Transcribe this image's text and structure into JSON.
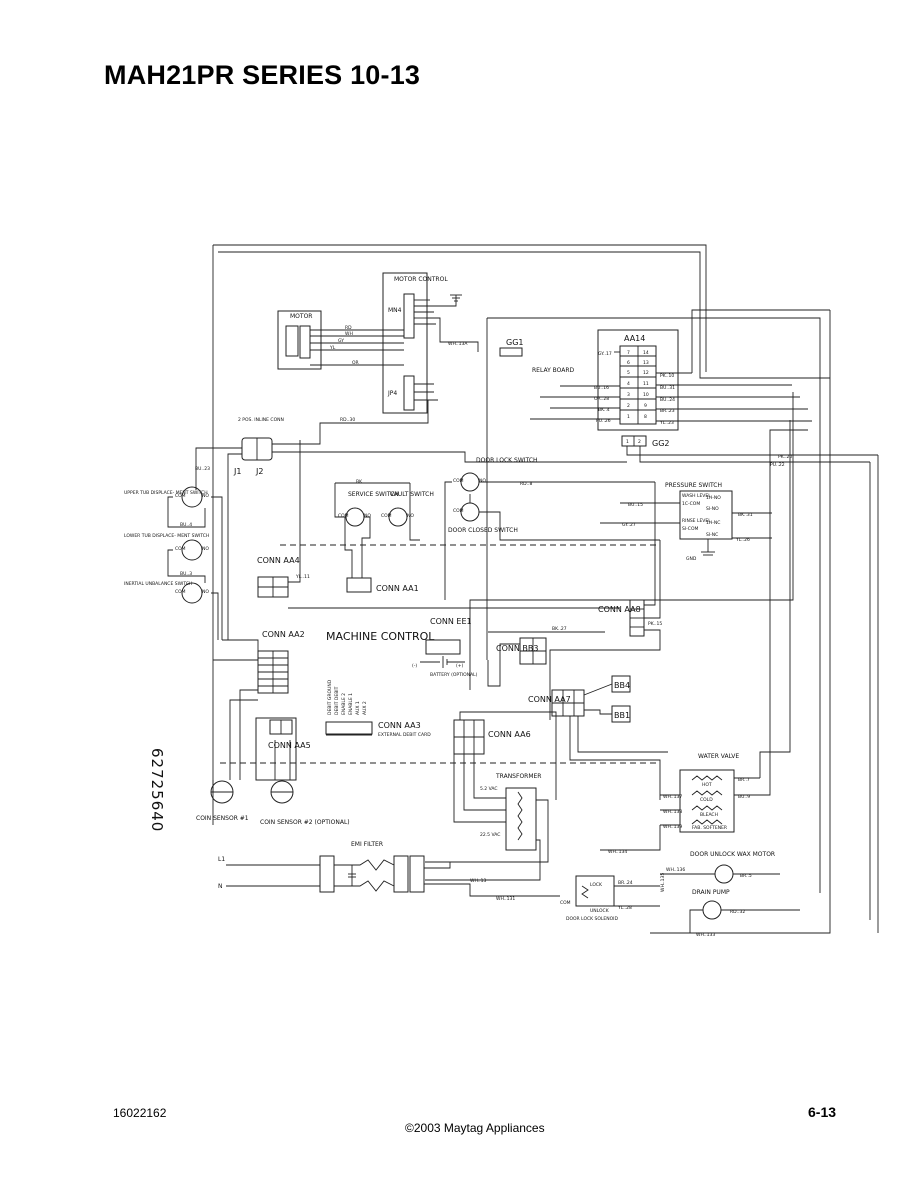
{
  "page": {
    "title": "MAH21PR SERIES 10-13",
    "doc_number": "16022162",
    "page_number": "6-13",
    "copyright": "©2003 Maytag Appliances"
  },
  "schematic": {
    "part_number": "62725640",
    "components": {
      "motor_control": "MOTOR CONTROL",
      "mn4": "MN4",
      "jp4": "JP4",
      "motor": "MOTOR",
      "gg1": "GG1",
      "aa14": "AA14",
      "relay_board": "RELAY BOARD",
      "gg2": "GG2",
      "pos_conn": "2 POS. INLINE CONN",
      "j1": "J1",
      "j2": "J2",
      "upper_tub": "UPPER TUB DISPLACE- MENT SWITCH",
      "lower_tub": "LOWER TUB DISPLACE- MENT SWITCH",
      "inertial": "INERTIAL UNBALANCE SWITCH",
      "door_lock_switch": "DOOR LOCK SWITCH",
      "door_closed_switch": "DOOR CLOSED SWITCH",
      "service_switch": "SERVICE SWITCH",
      "vault_switch": "VAULT SWITCH",
      "pressure_switch": "PRESSURE SWITCH",
      "wash_level": "WASH LEVEL",
      "rinse_level": "RINSE LEVEL",
      "conn_aa1": "CONN AA1",
      "conn_aa4": "CONN AA4",
      "conn_aa2": "CONN AA2",
      "machine_control": "MACHINE CONTROL",
      "conn_ee1": "CONN EE1",
      "battery": "BATTERY (OPTIONAL)",
      "conn_bb3": "CONN BB3",
      "conn_aa8": "CONN AA8",
      "conn_aa7": "CONN AA7",
      "bb4": "BB4",
      "bb1": "BB1",
      "conn_aa3": "CONN AA3",
      "ext_card": "EXTERNAL DEBIT CARD",
      "conn_aa5": "CONN AA5",
      "conn_aa6": "CONN AA6",
      "transformer": "TRANSFORMER",
      "v52": "5.2 VAC",
      "v225": "22.5 VAC",
      "coin1": "COIN SENSOR #1",
      "coin2": "COIN SENSOR #2 (OPTIONAL)",
      "emi": "EMI FILTER",
      "l1": "L1",
      "n": "N",
      "water_valve": "WATER VALVE",
      "hot": "HOT",
      "cold": "COLD",
      "bleach": "BLEACH",
      "fab_softener": "FAB. SOFTENER",
      "door_unlock_motor": "DOOR UNLOCK WAX MOTOR",
      "drain_pump": "DRAIN PUMP",
      "door_lock_solenoid": "DOOR LOCK SOLENOID",
      "lock": "LOCK",
      "unlock": "UNLOCK",
      "gnd": "GND"
    },
    "wire_labels": {
      "wh13a": "WH..13A",
      "gy17": "GY..17",
      "pk10": "PK..10",
      "bu31": "BU..31",
      "bu16": "BU..16",
      "or28": "OR..28",
      "bk4": "BK..4",
      "pu26": "PU..26",
      "bu24": "BU..24",
      "br23": "BR..23",
      "yl23": "YL..23",
      "rd30": "RD..30",
      "pk20": "PK..20",
      "pu22": "PU..22",
      "rd8": "RD..8",
      "bu15": "BU..15",
      "gy27": "GY..27",
      "bk31": "BK..31",
      "yl26": "YL..26",
      "bk27": "BK..27",
      "bu4": "BU..4",
      "bu3": "BU..3",
      "bu23": "BU..23",
      "br7": "BR..7",
      "bu9": "BU..9",
      "br5": "BR..5",
      "rd32": "RD..32",
      "wh13": "WH..13",
      "wh131": "WH..131",
      "wh134": "WH..134",
      "wh135": "WH..135",
      "wh136": "WH..136",
      "wh133": "WH..133",
      "wh137": "WH..137",
      "wh138": "WH..138",
      "wh139": "WH..139",
      "br24": "BR..24",
      "yl28": "YL..28",
      "yl11": "YL..11",
      "pk15": "PK..15",
      "bk": "BK",
      "rd": "RD",
      "wh": "WH",
      "gy": "GY",
      "yl": "YL",
      "or": "OR",
      "bu": "BU",
      "rd_blk": "RD",
      "yl_blk": "YL",
      "com": "COM",
      "no": "NO",
      "nc": "NC",
      "hi_no": "1H-NO",
      "si_no": "SI-NO",
      "hi_nc": "1H-NC",
      "si_nc": "SI-NC",
      "l_com": "1C-COM",
      "s_com": "SI-COM"
    },
    "aa3_pins": [
      "DEBIT GROUND",
      "DEBIT DEBIT",
      "ENABLE 2",
      "ENABLE 1",
      "AUX 1",
      "AUX 2"
    ]
  }
}
